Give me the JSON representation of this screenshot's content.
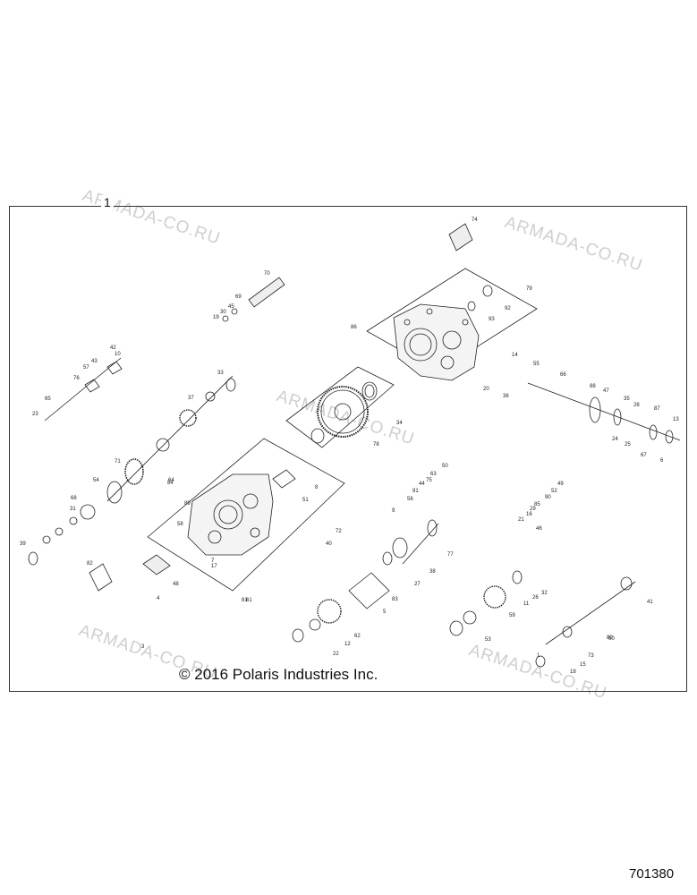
{
  "diagram": {
    "section_number": "1",
    "copyright": "© 2016 Polaris Industries Inc.",
    "drawing_number": "701380",
    "watermark": "ARMADA-CO.RU",
    "callouts": [
      "1",
      "3",
      "4",
      "5",
      "6",
      "7",
      "8",
      "9",
      "10",
      "11",
      "12",
      "13",
      "14",
      "15",
      "16",
      "17",
      "18",
      "19",
      "20",
      "21",
      "22",
      "23",
      "24",
      "25",
      "26",
      "27",
      "28",
      "29",
      "30",
      "31",
      "32",
      "33",
      "34",
      "35",
      "36",
      "37",
      "38",
      "39",
      "40",
      "41",
      "42",
      "43",
      "44",
      "45",
      "46",
      "47",
      "48",
      "49",
      "50",
      "51",
      "52",
      "53",
      "54",
      "55",
      "56",
      "57",
      "58",
      "59",
      "60",
      "61",
      "62",
      "63",
      "64",
      "65",
      "66",
      "67",
      "68",
      "69",
      "70",
      "71",
      "72",
      "73",
      "74",
      "75",
      "76",
      "77",
      "78",
      "79",
      "80",
      "81",
      "82",
      "83",
      "84",
      "85",
      "86",
      "87",
      "88",
      "89",
      "90",
      "91",
      "92",
      "93"
    ]
  }
}
